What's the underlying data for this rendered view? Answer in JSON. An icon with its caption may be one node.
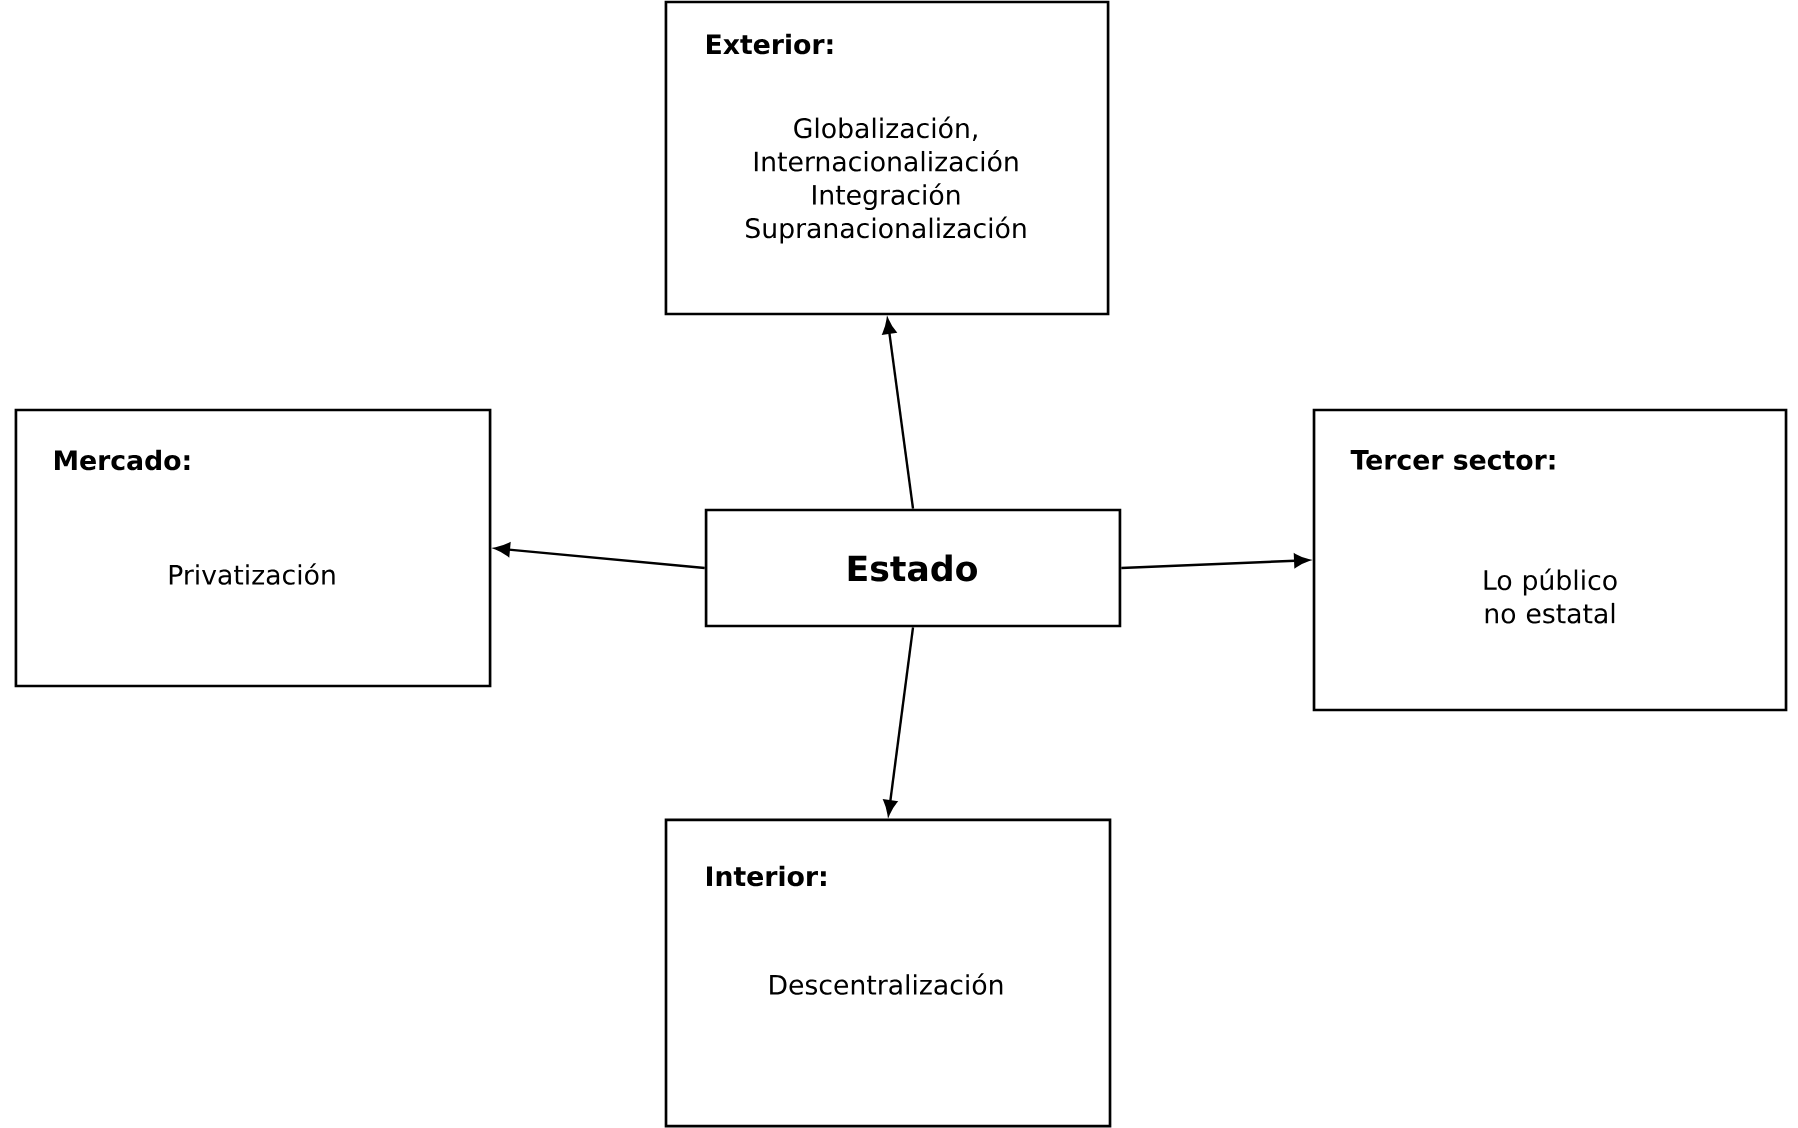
{
  "diagram": {
    "nodes": [
      {
        "text": [
          "Exterior:",
          "Globalización, Internacionalización Integración Supranacionalización"
        ]
      },
      {
        "text": [
          "Mercado:",
          "Privatización"
        ]
      },
      {
        "text": [
          "Estado"
        ]
      },
      {
        "text": [
          "Tercer sector:",
          "Lo público no estatal"
        ]
      },
      {
        "text": [
          "Interior:",
          "Descentralización"
        ]
      }
    ],
    "edges": [
      {
        "from": 2,
        "to": 0,
        "arrow": "to"
      },
      {
        "from": 2,
        "to": 1,
        "arrow": "to"
      },
      {
        "from": 2,
        "to": 3,
        "arrow": "to"
      },
      {
        "from": 2,
        "to": 4,
        "arrow": "to"
      }
    ]
  }
}
